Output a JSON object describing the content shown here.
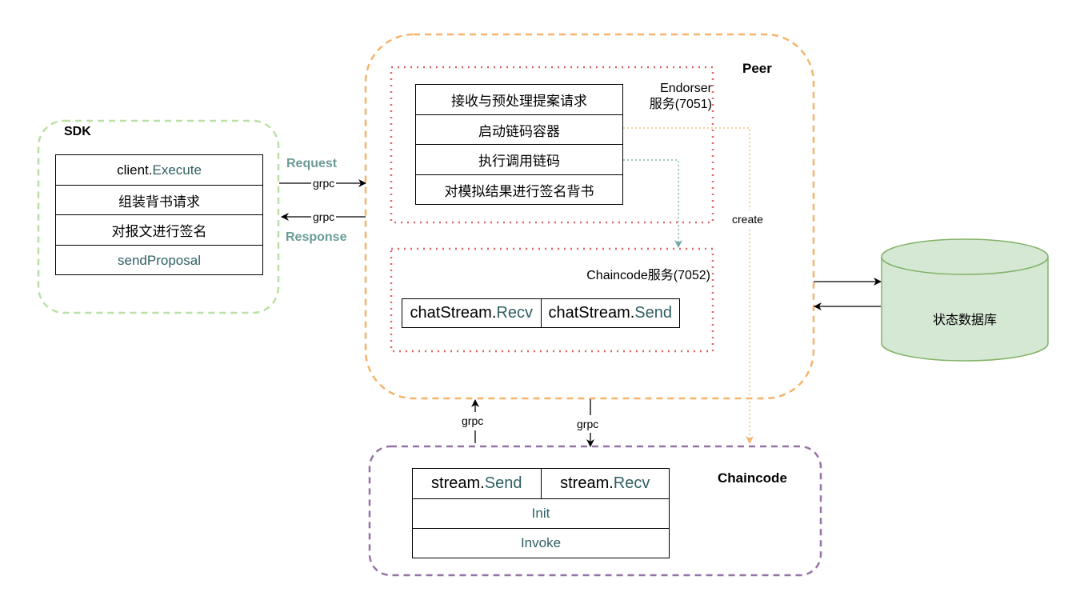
{
  "sdk": {
    "title": "SDK",
    "items": [
      {
        "obj": "client.",
        "method": "Execute"
      },
      {
        "text": "组装背书请求"
      },
      {
        "text": "对报文进行签名"
      },
      {
        "method": "sendProposal"
      }
    ]
  },
  "links": {
    "request_label": "Request",
    "response_label": "Response",
    "grpc_request": "grpc",
    "grpc_response": "grpc",
    "grpc_up": "grpc",
    "grpc_down": "grpc",
    "create": "create"
  },
  "peer": {
    "title": "Peer",
    "endorser": {
      "title_line1": "Endorser",
      "title_line2": "服务(7051)",
      "items": [
        "接收与预处理提案请求",
        "启动链码容器",
        "执行调用链码",
        "对模拟结果进行签名背书"
      ]
    },
    "chaincode_service": {
      "title": "Chaincode服务(7052)",
      "recv": {
        "obj": "chatStream.",
        "method": "Recv"
      },
      "send": {
        "obj": "chatStream.",
        "method": "Send"
      }
    }
  },
  "database": {
    "label": "状态数据库"
  },
  "chaincode": {
    "title": "Chaincode",
    "send": {
      "obj": "stream.",
      "method": "Send"
    },
    "recv": {
      "obj": "stream.",
      "method": "Recv"
    },
    "init": "Init",
    "invoke": "Invoke"
  },
  "colors": {
    "sdk_border": "#b9e0a5",
    "peer_border": "#f5b36b",
    "endorser_border": "#e06666",
    "chaincode_border": "#9673a6",
    "db_fill": "#d5e8d4",
    "db_stroke": "#82b366",
    "teal_text": "#6a9c97",
    "teal_arrow": "#6fa8a6",
    "orange_arrow": "#f5b36b"
  }
}
